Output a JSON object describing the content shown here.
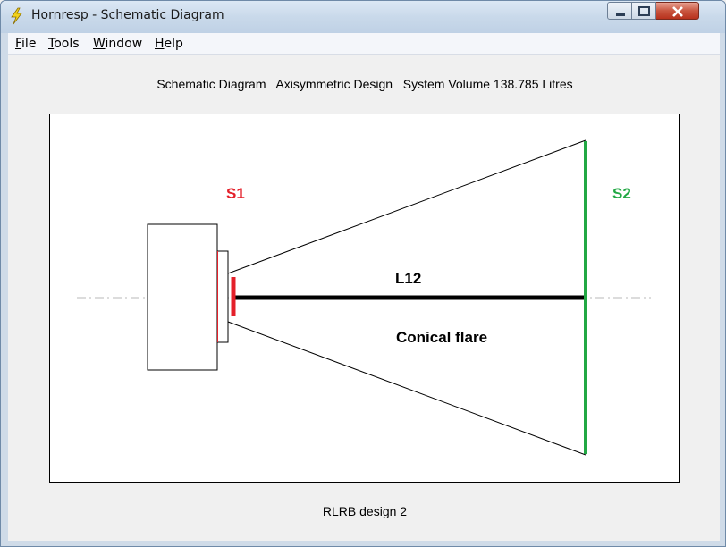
{
  "window": {
    "title": "Hornresp - Schematic Diagram"
  },
  "menu": {
    "file": {
      "accel": "F",
      "rest": "ile"
    },
    "tools": {
      "accel": "T",
      "rest": "ools"
    },
    "window": {
      "accel": "W",
      "rest": "indow"
    },
    "help": {
      "accel": "H",
      "rest": "elp"
    }
  },
  "header": {
    "text": "Schematic Diagram   Axisymmetric Design   System Volume 138.785 Litres"
  },
  "diagram": {
    "s1_label": "S1",
    "s2_label": "S2",
    "l12_label": "L12",
    "flare_label": "Conical flare",
    "colors": {
      "s1": "#e4202a",
      "s2": "#22a844",
      "path": "#000000",
      "outline": "#000000"
    }
  },
  "footer": {
    "text": "RLRB design 2"
  }
}
